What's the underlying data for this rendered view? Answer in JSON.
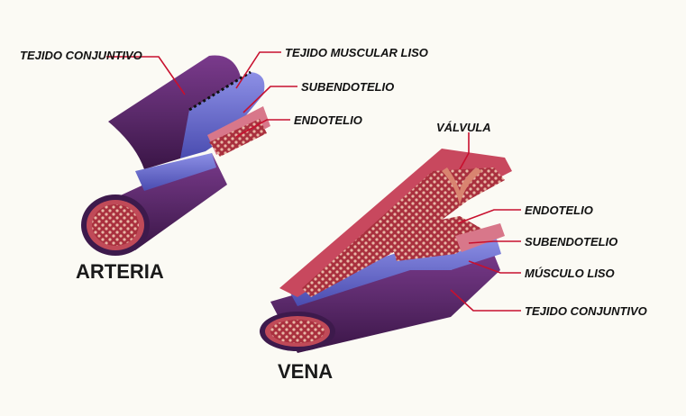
{
  "artery": {
    "title": "ARTERIA",
    "labels": {
      "outer": "TEJIDO CONJUNTIVO",
      "muscle": "TEJIDO MUSCULAR LISO",
      "subendo": "SUBENDOTELIO",
      "endo": "ENDOTELIO"
    }
  },
  "vein": {
    "title": "VENA",
    "labels": {
      "valve": "VÁLVULA",
      "endo": "ENDOTELIO",
      "subendo": "SUBENDOTELIO",
      "muscle": "MÚSCULO LISO",
      "outer": "TEJIDO CONJUNTIVO"
    }
  },
  "colors": {
    "purple": "#5b2a6b",
    "purple_dark": "#3d1a4c",
    "blue": "#6b6fd0",
    "pink": "#c04a58",
    "lumen": "#a9303e",
    "leader": "#c8102e"
  }
}
